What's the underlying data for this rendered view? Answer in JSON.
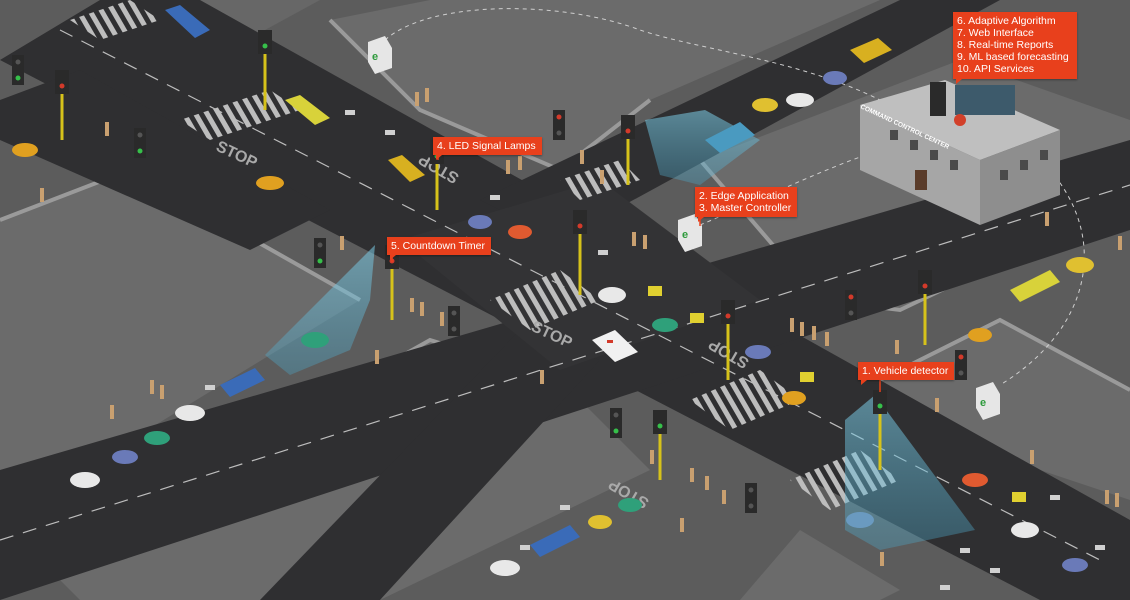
{
  "callouts": {
    "vehicle_detector": "1. Vehicle detector",
    "edge_application": "2. Edge Application",
    "master_controller": "3. Master Controller",
    "led_signal_lamps": "4. LED Signal Lamps",
    "countdown_timer": "5. Countdown Timer",
    "adaptive_algorithm": "6. Adaptive Algorithm",
    "web_interface": "7. Web Interface",
    "realtime_reports": "8. Real-time Reports",
    "ml_forecasting": "9. ML based forecasting",
    "api_services": "10. API Services"
  },
  "building": {
    "sign": "COMMAND CONTROL CENTER"
  },
  "road_markings": {
    "stop": "STOP"
  },
  "colors": {
    "callout": "#e8401c",
    "road": "#2f2f31",
    "block": "#6a6a6a",
    "sidewalk": "#8a8a8a",
    "detector_beam": "#5fb8d8",
    "pole": "#d6c21a"
  }
}
